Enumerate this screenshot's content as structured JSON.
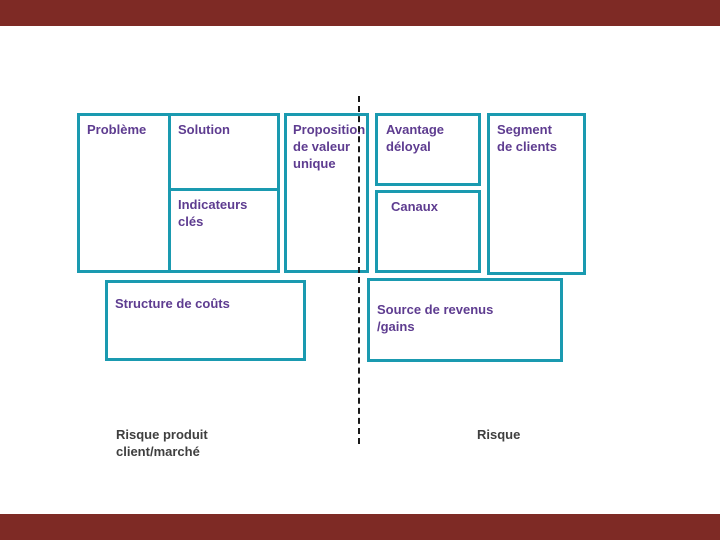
{
  "colors": {
    "box_border": "#1A9AB0",
    "box_label": "#5E3C90",
    "note_text": "#3F3F3F",
    "banner": "#7E2A25",
    "dashed_divider": "#1A1A1A",
    "background": "#FFFFFF"
  },
  "boxes": {
    "probleme": "Problème",
    "solution": "Solution",
    "indicateurs": "Indicateurs\nclés",
    "proposition": "Proposition\nde valeur\nunique",
    "avantage": "Avantage\ndéloyal",
    "canaux": "Canaux",
    "segment": "Segment\nde clients",
    "structure": "Structure de coûts",
    "source": "Source de revenus\n/gains"
  },
  "notes": {
    "risque_produit": "Risque produit\nclient/marché",
    "risque": "Risque"
  }
}
